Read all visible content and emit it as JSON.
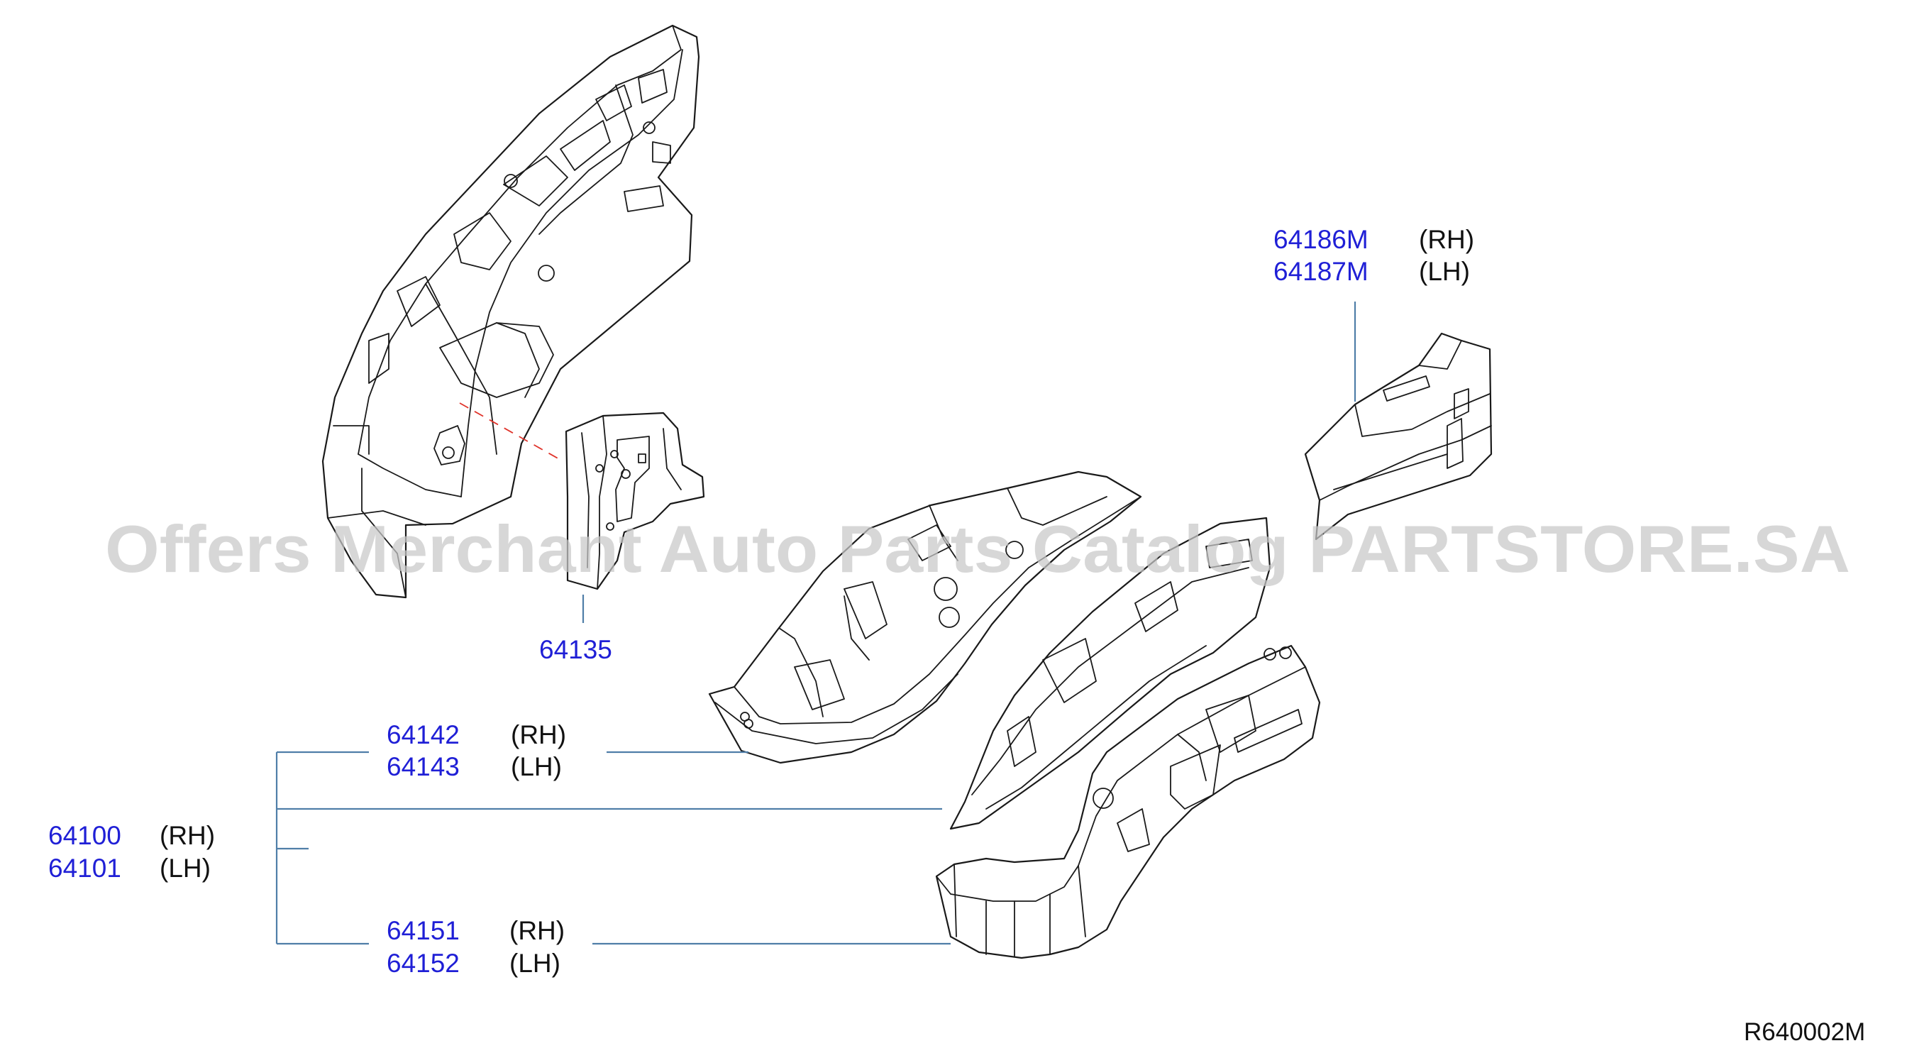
{
  "watermark": "Offers Merchant Auto Parts Catalog PARTSTORE.SA",
  "diagram_ref": "R640002M",
  "callouts": {
    "c64186": {
      "part1": "64186M",
      "side1": "(RH)",
      "part2": "64187M",
      "side2": "(LH)"
    },
    "c64135": {
      "part1": "64135"
    },
    "c64142": {
      "part1": "64142",
      "side1": "(RH)",
      "part2": "64143",
      "side2": "(LH)"
    },
    "c64100": {
      "part1": "64100",
      "side1": "(RH)",
      "part2": "64101",
      "side2": "(LH)"
    },
    "c64151": {
      "part1": "64151",
      "side1": "(RH)",
      "part2": "64152",
      "side2": "(LH)"
    }
  },
  "colors": {
    "part_number": "#1f1fd6",
    "leader": "#4f7ea8",
    "alignment_line": "#e0342b",
    "watermark": "#c8c8c8"
  }
}
